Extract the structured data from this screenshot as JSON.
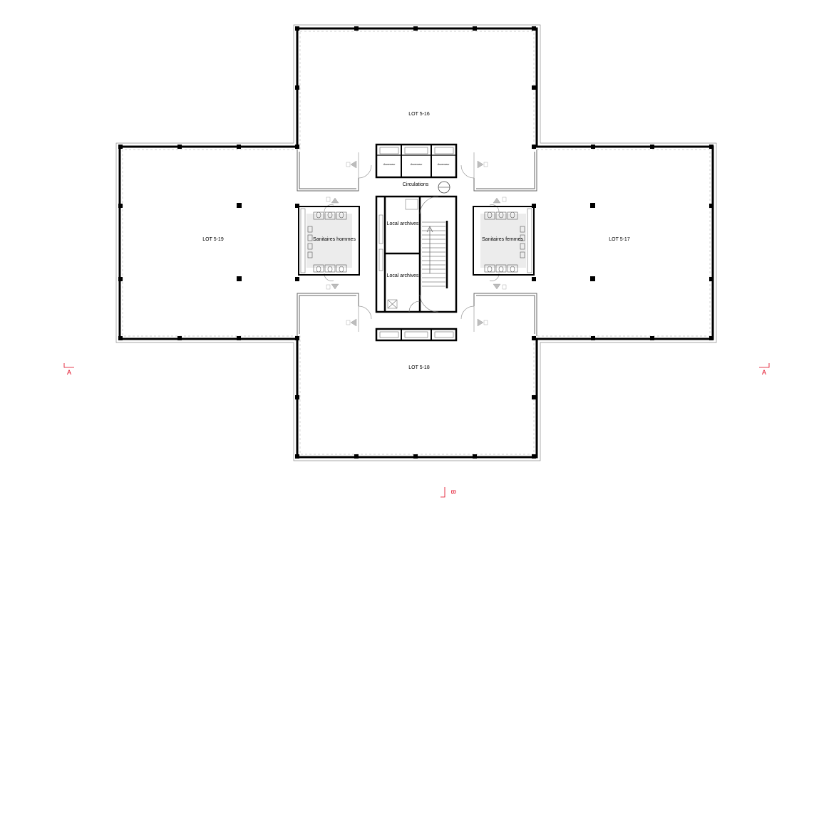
{
  "rooms": {
    "lot_north": "LOT 5-16",
    "lot_east": "LOT 5-17",
    "lot_south": "LOT 5-18",
    "lot_west": "LOT 5-19",
    "circulations": "Circulations",
    "archives_upper": "Local archives",
    "archives_lower": "Local archives",
    "sanitaires_hommes": "Sanitaires hommes",
    "sanitaires_femmes": "Sanitaires femmes",
    "ascenseurs": [
      "Ascenseur",
      "Ascenseur",
      "Ascenseur"
    ]
  },
  "section_marks": {
    "left": "A",
    "right": "A",
    "bottom": "B"
  },
  "colors": {
    "wall": "#000000",
    "thin_line": "#7a7a7a",
    "arrow": "#bdbdbd",
    "section_mark": "#e0001a"
  }
}
